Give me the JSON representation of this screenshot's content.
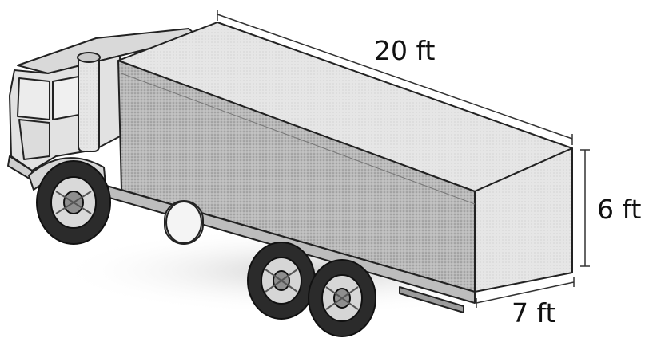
{
  "diagram": {
    "subject": "truck",
    "dimensions": {
      "length": "20 ft",
      "height": "6 ft",
      "width": "7 ft"
    }
  }
}
